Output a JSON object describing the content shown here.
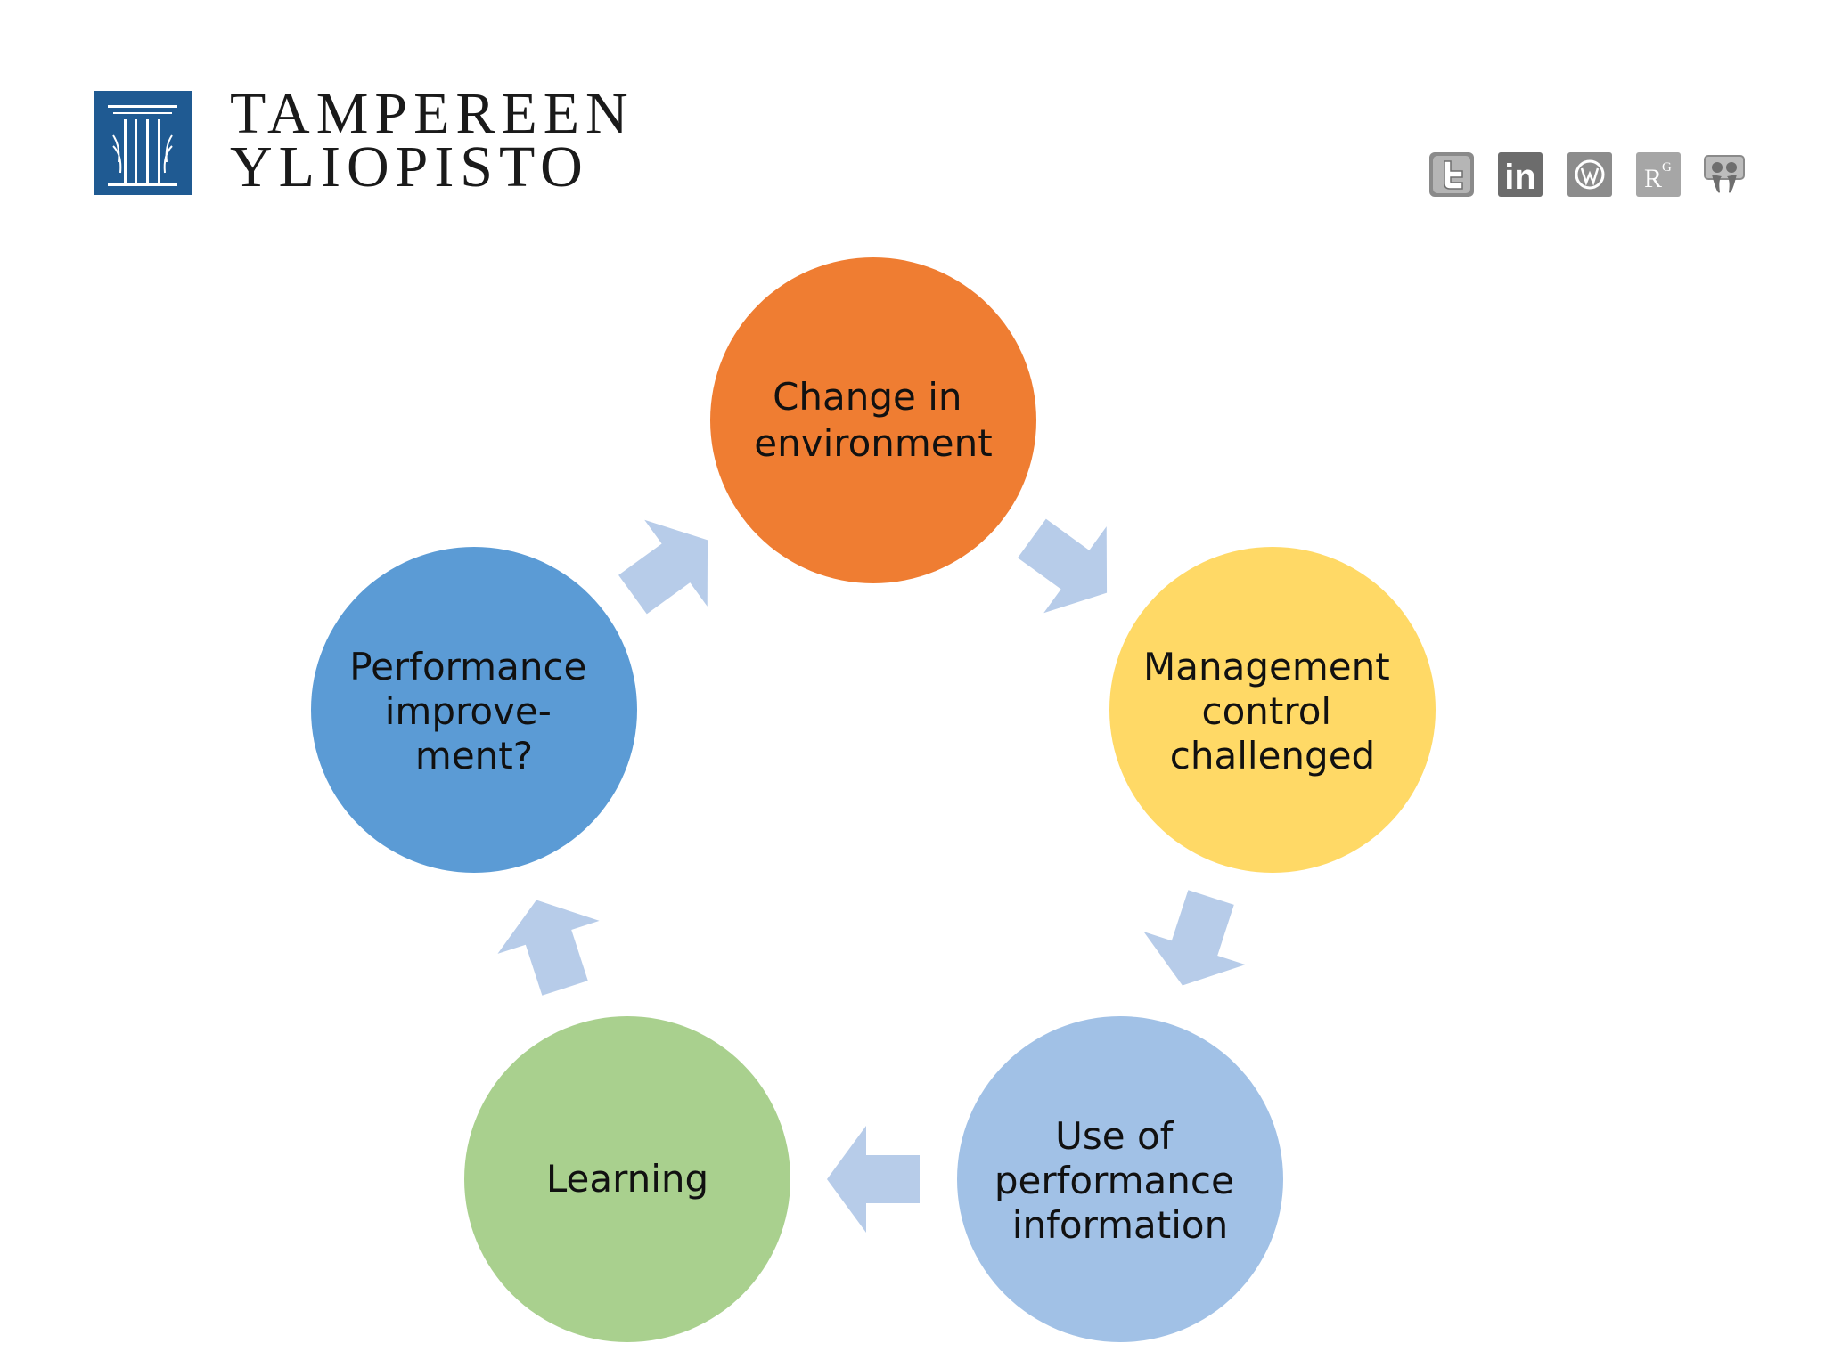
{
  "header": {
    "university_line1": "TAMPEREEN",
    "university_line2": "YLIOPISTO",
    "logo_color": "#1f5a92"
  },
  "social_icons": [
    "twitter-icon",
    "linkedin-icon",
    "wordpress-icon",
    "researchgate-icon",
    "slideshare-icon"
  ],
  "social_labels": {
    "linkedin": "in",
    "researchgate": "R",
    "researchgate_sup": "G"
  },
  "cycle": {
    "arrow_color": "#b7cce9",
    "nodes": [
      {
        "id": "change-in-environment",
        "lines": [
          "Change in",
          "environment"
        ],
        "color": "#ef7d32"
      },
      {
        "id": "management-control-challenged",
        "lines": [
          "Management",
          "control",
          "challenged"
        ],
        "color": "#ffd966"
      },
      {
        "id": "use-of-performance-information",
        "lines": [
          "Use of",
          "performance",
          "information"
        ],
        "color": "#a1c1e6"
      },
      {
        "id": "learning",
        "lines": [
          "Learning"
        ],
        "color": "#a9d08e"
      },
      {
        "id": "performance-improvement",
        "lines": [
          "Performance",
          "improve-",
          "ment?"
        ],
        "color": "#5b9bd5"
      }
    ]
  }
}
